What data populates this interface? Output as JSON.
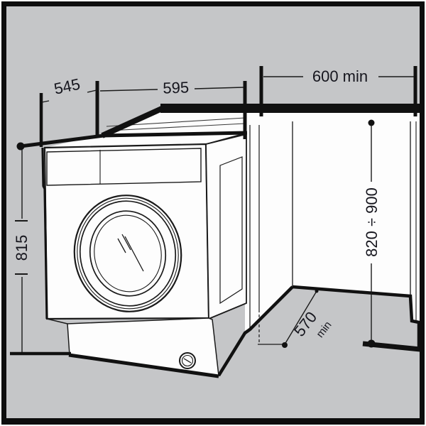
{
  "diagram": {
    "type": "appliance-installation-drawing",
    "subject": "Built-in washing machine installed under a worktop in a kitchen niche, perspective line-art with dimension callouts (mm)",
    "labels": {
      "top_depth": "545",
      "machine_width": "595",
      "niche_width": "600 min",
      "machine_height": "815",
      "niche_height": "820 ÷ 900",
      "niche_depth_value": "570",
      "niche_depth_suffix": "min"
    },
    "colors": {
      "wall_and_floor": "#c5c6c8",
      "line_art": "#1a1a1a",
      "surfaces": "#fdfdfd",
      "frame": "#0d0d0d"
    }
  }
}
